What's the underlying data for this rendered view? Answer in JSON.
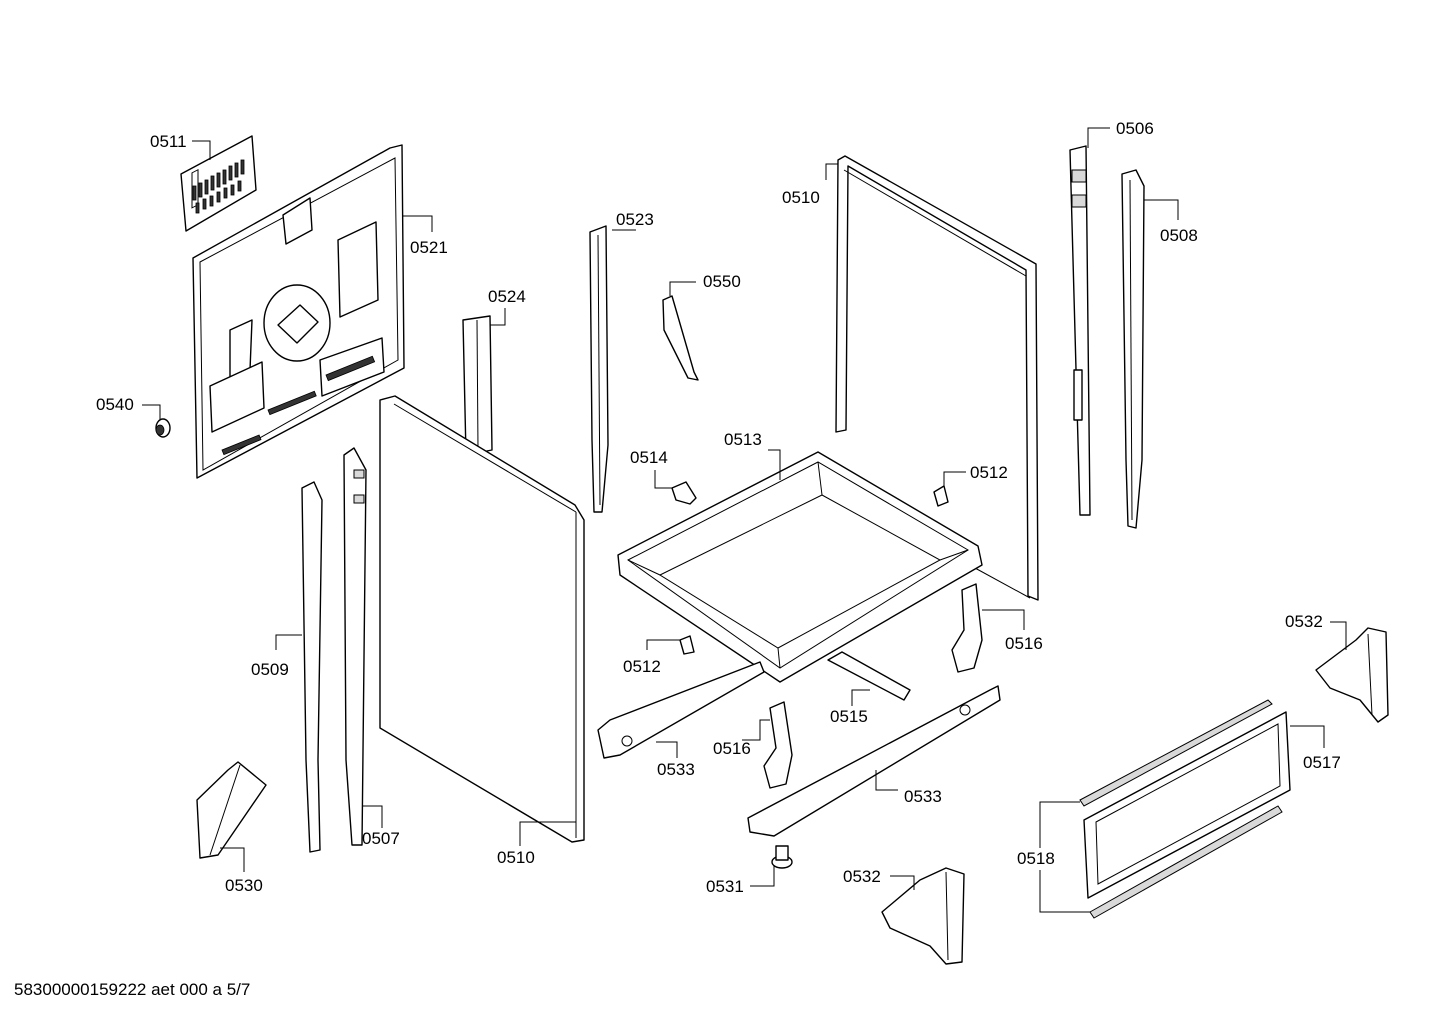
{
  "document_id": "58300000159222 aet 000 a 5/7",
  "part_labels": {
    "p0511": "0511",
    "p0521": "0521",
    "p0540": "0540",
    "p0524": "0524",
    "p0523": "0523",
    "p0550": "0550",
    "p0510_top": "0510",
    "p0506": "0506",
    "p0508": "0508",
    "p0513": "0513",
    "p0514": "0514",
    "p0512_right": "0512",
    "p0512_left": "0512",
    "p0516_right": "0516",
    "p0516_left": "0516",
    "p0515": "0515",
    "p0509": "0509",
    "p0507": "0507",
    "p0510_bottom": "0510",
    "p0530": "0530",
    "p0533_left": "0533",
    "p0533_right": "0533",
    "p0531": "0531",
    "p0532_right": "0532",
    "p0532_bottom": "0532",
    "p0517": "0517",
    "p0518": "0518"
  }
}
